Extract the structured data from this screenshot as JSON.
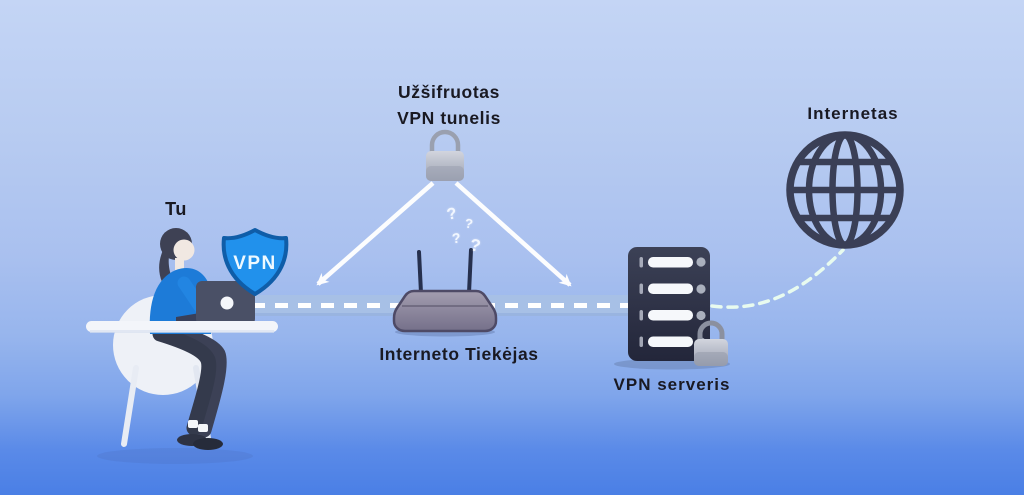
{
  "labels": {
    "user": "Tu",
    "encrypted_tunnel_line1": "Užšifruotas",
    "encrypted_tunnel_line2": "VPN tunelis",
    "isp": "Interneto Tiekėjas",
    "vpn_server": "VPN serveris",
    "internet": "Internetas"
  },
  "shield": {
    "label": "VPN"
  },
  "question_mark": "?",
  "icons": {
    "tunnel_lock": "padlock-icon",
    "server_lock": "padlock-icon",
    "shield": "shield-vpn-icon",
    "router": "router-icon",
    "server": "server-rack-icon",
    "globe": "globe-icon",
    "laptop": "laptop-icon",
    "person": "person-at-desk-figure"
  },
  "colors": {
    "background_top": "#c4d5f5",
    "background_bottom": "#4a7fe5",
    "tunnel_band": "#a7c0e6",
    "tunnel_dash": "#ffffff",
    "shield_fill": "#2191ec",
    "shield_border": "#0f5da8",
    "shield_text": "#eef9ff",
    "mint_dash": "#e8fbef",
    "label_text": "#191922",
    "dark_device": "#2b2f40",
    "globe_stroke": "#3a3f56",
    "arrow": "#ffffff"
  }
}
